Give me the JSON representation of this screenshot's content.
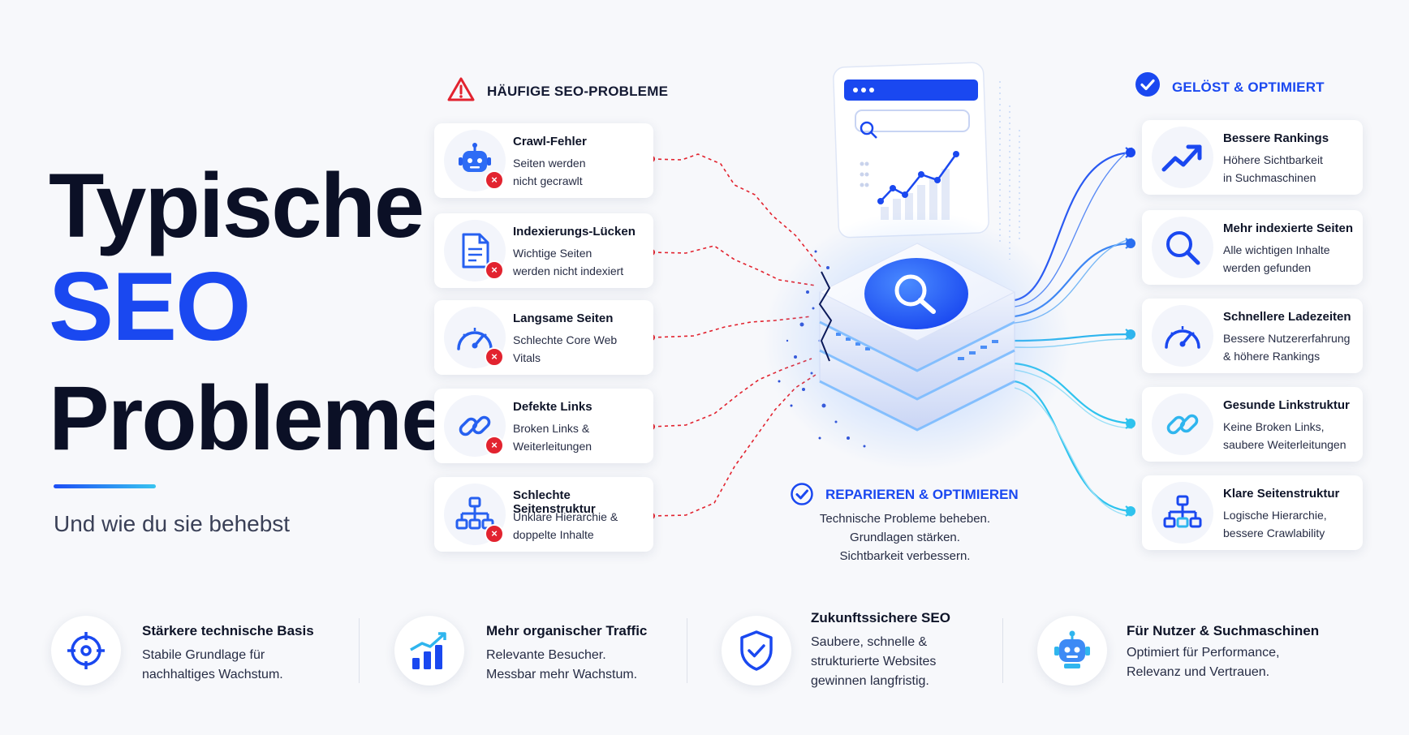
{
  "hero": {
    "line1": "Typische",
    "line2": "SEO",
    "line3": "Probleme",
    "subtitle": "Und wie du sie behebst"
  },
  "problems": {
    "heading": "HÄUFIGE SEO-PROBLEME",
    "heading_icon": "warning-triangle-icon",
    "items": [
      {
        "title": "Crawl-Fehler",
        "desc1": "Seiten werden",
        "desc2": "nicht gecrawlt",
        "icon": "robot-icon"
      },
      {
        "title": "Indexierungs-Lücken",
        "desc1": "Wichtige Seiten",
        "desc2": "werden nicht indexiert",
        "icon": "document-icon"
      },
      {
        "title": "Langsame Seiten",
        "desc1": "Schlechte Core Web",
        "desc2": "Vitals",
        "icon": "speedometer-icon"
      },
      {
        "title": "Defekte Links",
        "desc1": "Broken Links &",
        "desc2": "Weiterleitungen",
        "icon": "link-icon"
      },
      {
        "title": "Schlechte Seitenstruktur",
        "desc1": "Unklare Hierarchie &",
        "desc2": "doppelte Inhalte",
        "icon": "sitemap-icon"
      }
    ]
  },
  "solved": {
    "heading": "GELÖST & OPTIMIERT",
    "heading_icon": "check-circle-icon",
    "items": [
      {
        "title": "Bessere Rankings",
        "desc1": "Höhere Sichtbarkeit",
        "desc2": "in Suchmaschinen",
        "icon": "trend-up-icon"
      },
      {
        "title": "Mehr indexierte Seiten",
        "desc1": "Alle wichtigen Inhalte",
        "desc2": "werden gefunden",
        "icon": "search-icon"
      },
      {
        "title": "Schnellere Ladezeiten",
        "desc1": "Bessere Nutzererfahrung",
        "desc2": "& höhere Rankings",
        "icon": "speedometer-icon"
      },
      {
        "title": "Gesunde Linkstruktur",
        "desc1": "Keine Broken Links,",
        "desc2": "saubere Weiterleitungen",
        "icon": "link-icon"
      },
      {
        "title": "Klare Seitenstruktur",
        "desc1": "Logische Hierarchie,",
        "desc2": "bessere Crawlability",
        "icon": "sitemap-icon"
      }
    ]
  },
  "center": {
    "heading": "REPARIEREN & OPTIMIEREN",
    "line1": "Technische Probleme beheben.",
    "line2": "Grundlagen stärken.",
    "line3": "Sichtbarkeit verbessern."
  },
  "bottom": [
    {
      "title": "Stärkere technische Basis",
      "desc1": "Stabile Grundlage für",
      "desc2": "nachhaltiges Wachstum.",
      "icon": "target-icon"
    },
    {
      "title": "Mehr organischer Traffic",
      "desc1": "Relevante Besucher.",
      "desc2": "Messbar mehr Wachstum.",
      "icon": "bar-chart-icon"
    },
    {
      "title": "Zukunftssichere SEO",
      "desc1": "Saubere, schnelle &",
      "desc2": "strukturierte Websites",
      "desc3": "gewinnen langfristig.",
      "icon": "shield-check-icon"
    },
    {
      "title": "Für Nutzer & Suchmaschinen",
      "desc1": "Optimiert für Performance,",
      "desc2": "Relevanz und Vertrauen.",
      "icon": "robot-icon"
    }
  ],
  "colors": {
    "accent": "#1a48f0",
    "cyan": "#2fc3ee",
    "error": "#e2232f",
    "text": "#0e1428"
  }
}
